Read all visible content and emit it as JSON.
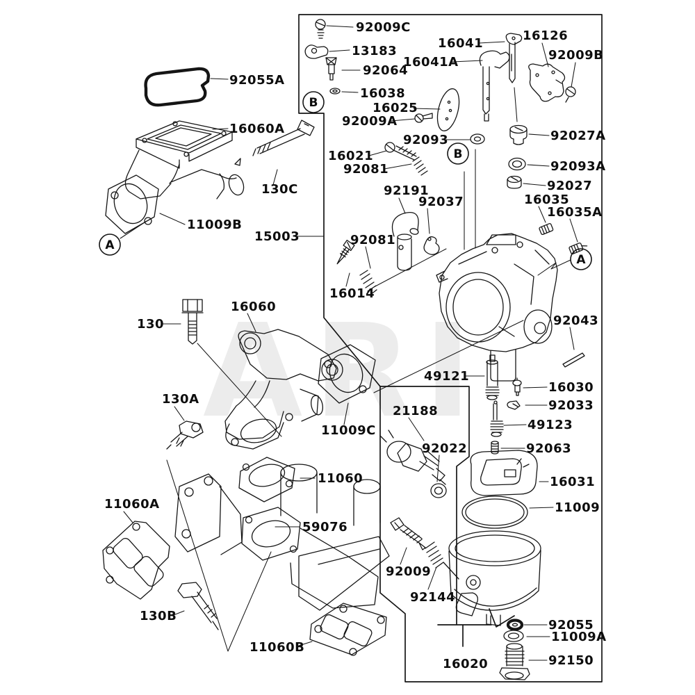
{
  "diagram": {
    "watermark": "ARI",
    "callouts": {
      "a": "A",
      "b": "B"
    },
    "labels": [
      {
        "text": "92009C"
      },
      {
        "text": "13183"
      },
      {
        "text": "92064"
      },
      {
        "text": "16038"
      },
      {
        "text": "16025"
      },
      {
        "text": "92009A"
      },
      {
        "text": "92093"
      },
      {
        "text": "16021"
      },
      {
        "text": "92081"
      },
      {
        "text": "16041"
      },
      {
        "text": "16041A"
      },
      {
        "text": "16126"
      },
      {
        "text": "92009B"
      },
      {
        "text": "92027A"
      },
      {
        "text": "92093A"
      },
      {
        "text": "92027"
      },
      {
        "text": "16035"
      },
      {
        "text": "16035A"
      },
      {
        "text": "92191"
      },
      {
        "text": "92037"
      },
      {
        "text": "92081"
      },
      {
        "text": "16014"
      },
      {
        "text": "15003"
      },
      {
        "text": "92043"
      },
      {
        "text": "49121"
      },
      {
        "text": "16030"
      },
      {
        "text": "92033"
      },
      {
        "text": "49123"
      },
      {
        "text": "92063"
      },
      {
        "text": "21188"
      },
      {
        "text": "92022"
      },
      {
        "text": "16031"
      },
      {
        "text": "11009"
      },
      {
        "text": "92009"
      },
      {
        "text": "92144"
      },
      {
        "text": "16020"
      },
      {
        "text": "92055"
      },
      {
        "text": "11009A"
      },
      {
        "text": "92150"
      },
      {
        "text": "92055A"
      },
      {
        "text": "16060A"
      },
      {
        "text": "11009B"
      },
      {
        "text": "130C"
      },
      {
        "text": "130"
      },
      {
        "text": "16060"
      },
      {
        "text": "130A"
      },
      {
        "text": "11009C"
      },
      {
        "text": "11060"
      },
      {
        "text": "11060A"
      },
      {
        "text": "59076"
      },
      {
        "text": "130B"
      },
      {
        "text": "11060B"
      }
    ]
  }
}
